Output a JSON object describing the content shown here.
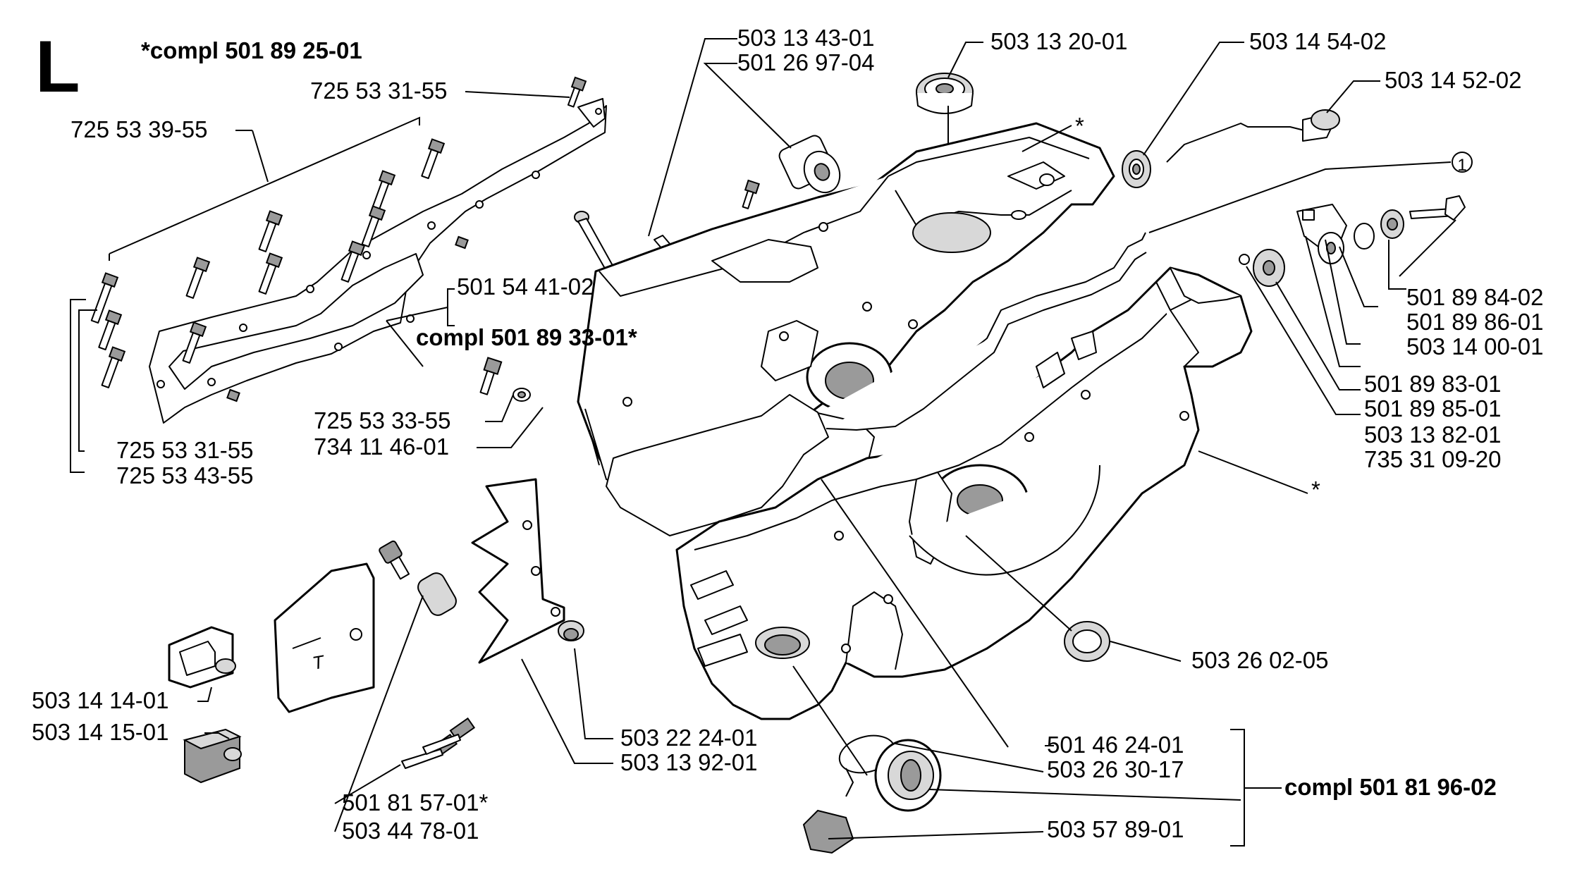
{
  "section_letter": "L",
  "kits": {
    "top_kit": "*compl 501 89 25-01",
    "gasket_kit": "compl 501 89 33-01*",
    "filler_kit": "compl 501 81 96-02"
  },
  "markers": {
    "asterisk": "*",
    "circle_one": "1"
  },
  "labels": {
    "p_503_13_43_01": "503 13 43-01",
    "p_501_26_97_04": "501 26 97-04",
    "p_503_13_20_01": "503 13 20-01",
    "p_503_14_54_02": "503 14 54-02",
    "p_503_14_52_02": "503 14 52-02",
    "p_725_53_31_55_top": "725 53 31-55",
    "p_725_53_39_55": "725 53 39-55",
    "p_501_54_41_02": "501 54 41-02",
    "p_501_89_84_02": "501 89 84-02",
    "p_501_89_86_01": "501 89 86-01",
    "p_503_14_00_01": "503 14 00-01",
    "p_501_89_83_01": "501 89 83-01",
    "p_501_89_85_01": "501 89 85-01",
    "p_503_13_82_01": "503 13 82-01",
    "p_735_31_09_20": "735 31 09-20",
    "p_725_53_33_55": "725 53 33-55",
    "p_734_11_46_01": "734 11 46-01",
    "p_725_53_31_55_low": "725 53 31-55",
    "p_725_53_43_55": "725 53 43-55",
    "p_503_26_02_05": "503 26 02-05",
    "p_503_14_14_01": "503 14 14-01",
    "p_503_14_15_01": "503 14 15-01",
    "p_503_22_24_01": "503 22 24-01",
    "p_503_13_92_01": "503 13 92-01",
    "p_501_46_24_01": "501 46 24-01",
    "p_503_26_30_17": "503 26 30-17",
    "p_501_81_57_01": "501 81 57-01*",
    "p_503_44_78_01": "503 44 78-01",
    "p_503_57_89_01": "503 57 89-01"
  }
}
